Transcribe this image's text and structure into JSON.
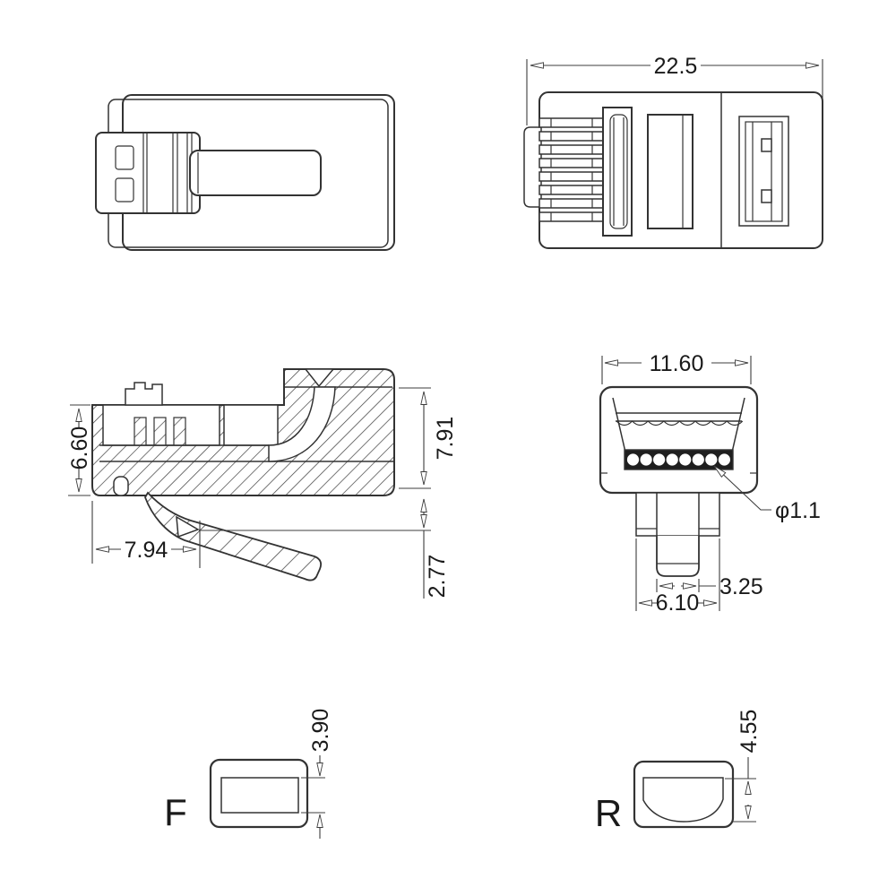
{
  "views": {
    "top_plan": {
      "overall_length": "22.5"
    },
    "side_section": {
      "front_height": "6.60",
      "overall_height": "7.91",
      "latch_length": "7.94",
      "latch_drop": "2.77"
    },
    "front_face": {
      "overall_width": "11.60",
      "wire_hole_diameter": "φ1.1",
      "latch_tab_width": "3.25",
      "latch_base_width": "6.10"
    },
    "front_opening": {
      "label": "F",
      "opening_height": "3.90"
    },
    "rear_opening": {
      "label": "R",
      "opening_height": "4.55"
    }
  }
}
